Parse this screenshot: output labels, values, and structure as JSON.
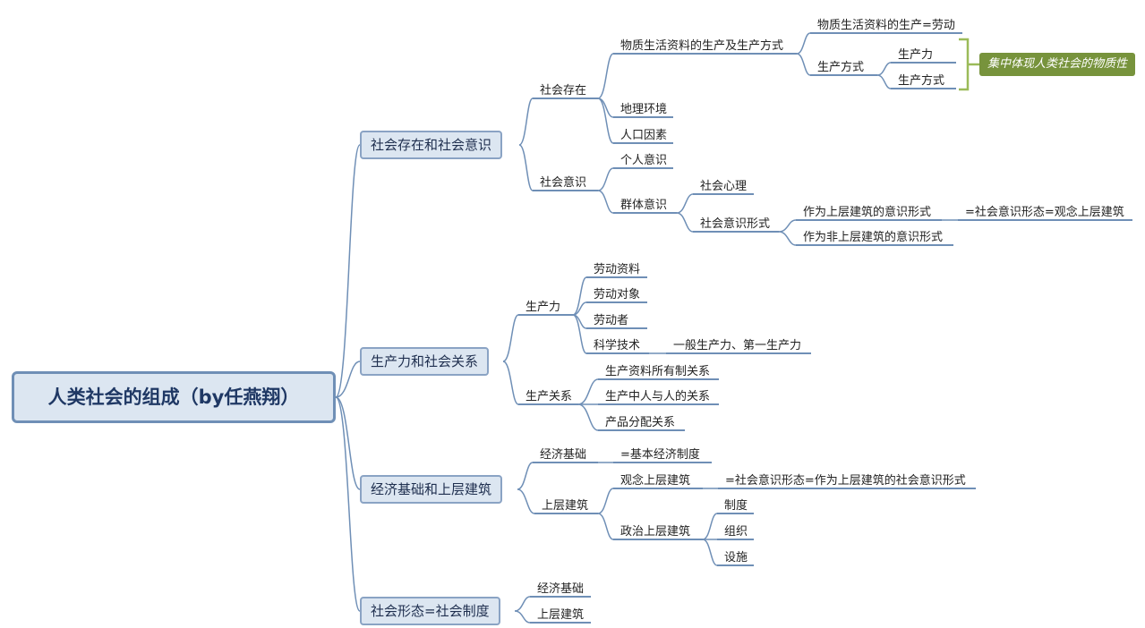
{
  "root": "人类社会的组成（by任燕翔）",
  "branches": [
    {
      "label": "社会存在和社会意识",
      "children": [
        {
          "label": "社会存在",
          "children": [
            {
              "label": "物质生活资料的生产及生产方式",
              "children": [
                {
                  "label": "物质生活资料的生产=劳动"
                },
                {
                  "label": "生产方式",
                  "children": [
                    {
                      "label": "生产力"
                    },
                    {
                      "label": "生产方式"
                    }
                  ]
                }
              ]
            },
            {
              "label": "地理环境"
            },
            {
              "label": "人口因素"
            }
          ]
        },
        {
          "label": "社会意识",
          "children": [
            {
              "label": "个人意识"
            },
            {
              "label": "群体意识",
              "children": [
                {
                  "label": "社会心理"
                },
                {
                  "label": "社会意识形式",
                  "children": [
                    {
                      "label": "作为上层建筑的意识形式",
                      "children": [
                        {
                          "label": "=社会意识形态=观念上层建筑"
                        }
                      ]
                    },
                    {
                      "label": "作为非上层建筑的意识形式"
                    }
                  ]
                }
              ]
            }
          ]
        }
      ]
    },
    {
      "label": "生产力和社会关系",
      "children": [
        {
          "label": "生产力",
          "children": [
            {
              "label": "劳动资料"
            },
            {
              "label": "劳动对象"
            },
            {
              "label": "劳动者"
            },
            {
              "label": "科学技术",
              "children": [
                {
                  "label": "一般生产力、第一生产力"
                }
              ]
            }
          ]
        },
        {
          "label": "生产关系",
          "children": [
            {
              "label": "生产资料所有制关系"
            },
            {
              "label": "生产中人与人的关系"
            },
            {
              "label": "产品分配关系"
            }
          ]
        }
      ]
    },
    {
      "label": "经济基础和上层建筑",
      "children": [
        {
          "label": "经济基础",
          "children": [
            {
              "label": "=基本经济制度"
            }
          ]
        },
        {
          "label": "上层建筑",
          "children": [
            {
              "label": "观念上层建筑",
              "children": [
                {
                  "label": "=社会意识形态=作为上层建筑的社会意识形式"
                }
              ]
            },
            {
              "label": "政治上层建筑",
              "children": [
                {
                  "label": "制度"
                },
                {
                  "label": "组织"
                },
                {
                  "label": "设施"
                }
              ]
            }
          ]
        }
      ]
    },
    {
      "label": "社会形态=社会制度",
      "children": [
        {
          "label": "经济基础"
        },
        {
          "label": "上层建筑"
        }
      ]
    }
  ],
  "callout": "集中体现人类社会的物质性",
  "colors": {
    "line": "#6f8fb6",
    "root_fill": "#dce6f1",
    "root_border": "#6f8fb6",
    "branch_fill": "#dce6f1",
    "branch_border": "#8aa3c4",
    "callout_fill": "#77933c",
    "bracket": "#9bbb59",
    "root_text": "#1f3864"
  }
}
